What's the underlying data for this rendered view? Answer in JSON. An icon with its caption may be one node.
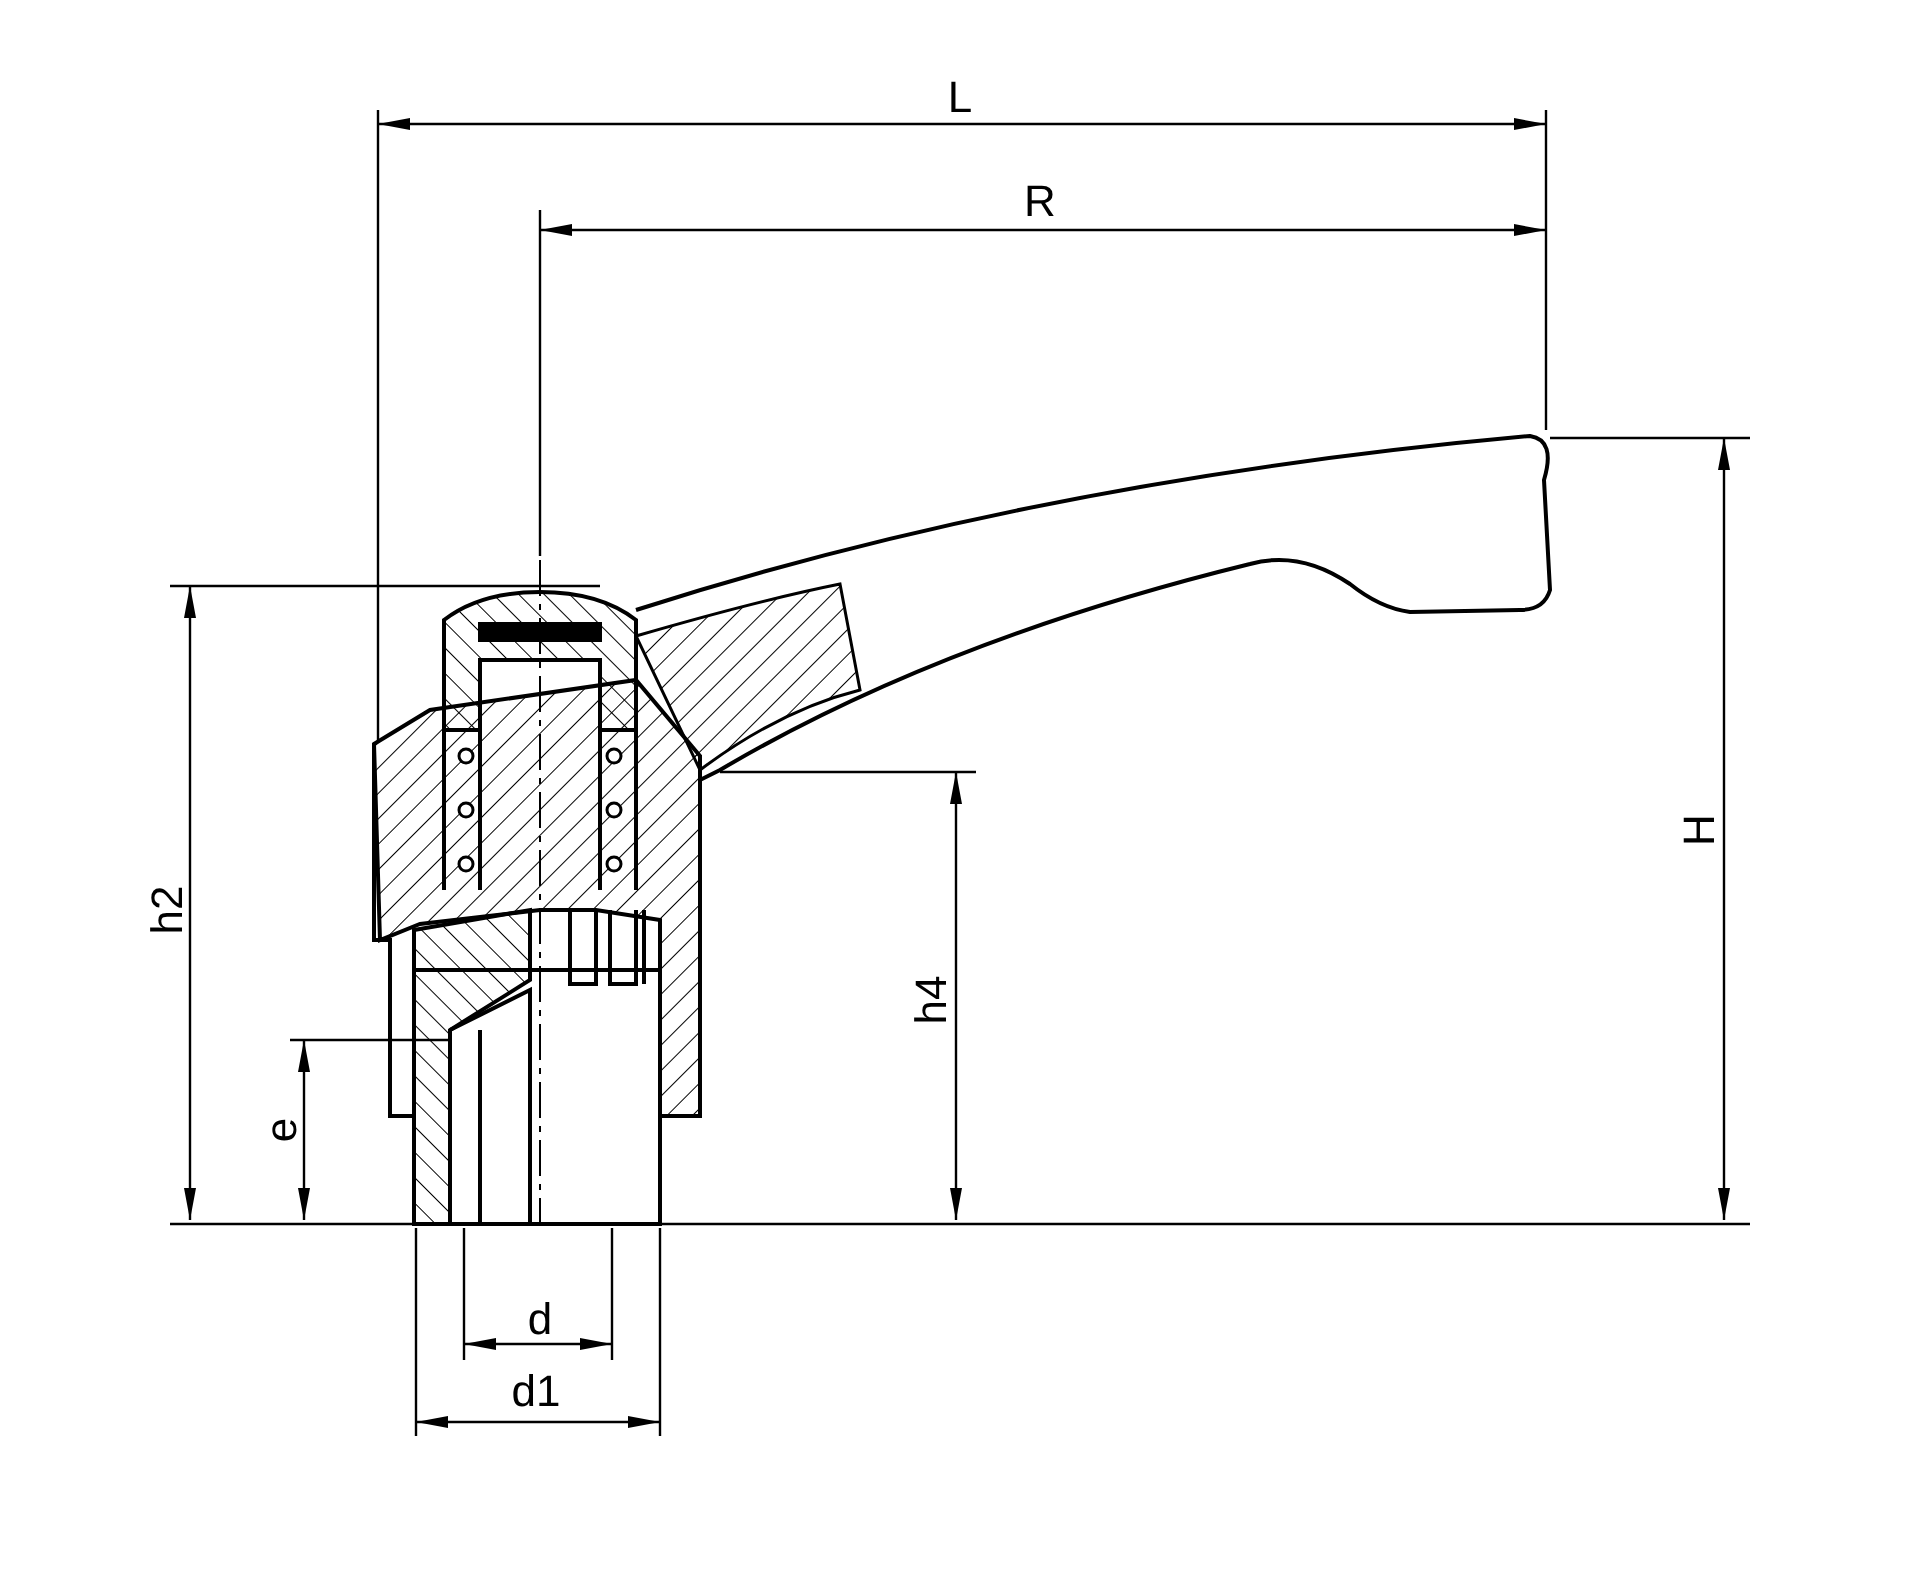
{
  "diagram": {
    "labels": [
      "L",
      "R",
      "H",
      "h2",
      "h4",
      "e",
      "d",
      "d1"
    ]
  }
}
